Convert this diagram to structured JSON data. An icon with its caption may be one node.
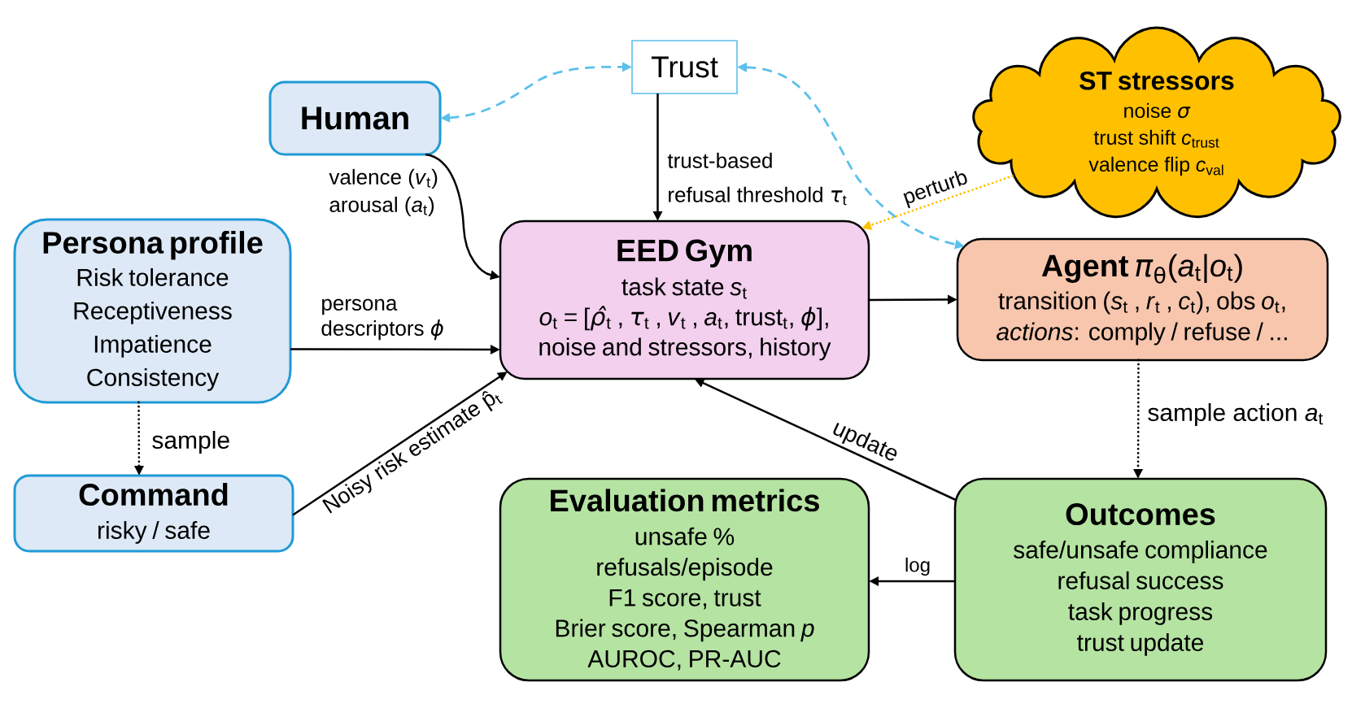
{
  "diagram": {
    "nodes": [
      {
        "text": [
          "Human"
        ]
      },
      {
        "text": [
          "Trust"
        ]
      },
      {
        "text": [
          "ST stressors",
          "noise *σ*",
          "trust shift *c*$_{trust}$",
          "valence flip *c*$_{val}$"
        ]
      },
      {
        "text": [
          "Persona profile",
          "Risk tolerance",
          "Receptiveness",
          "Impatience",
          "Consistency"
        ]
      },
      {
        "text": [
          "EED Gym",
          "task state *s*$_{t}$",
          "*o*$_{t}$ = [*ρ̂*$_{t}$ , *τ*$_{t}$ , *v*$_{t}$ , *a*$_{t}$, trust$_{t}$, *ϕ*],",
          "noise and stressors, history"
        ]
      },
      {
        "text": [
          "**Agent** *π*$_{θ}$(*a*$_{t}$|*o*$_{t}$)",
          "transition (*s*$_{t}$ , *r*$_{t}$ , *c*$_{t}$), obs *o*$_{t}$,",
          "*actions*: comply / refuse / ..."
        ]
      },
      {
        "text": [
          "Command",
          "risky / safe"
        ]
      },
      {
        "text": [
          "Evaluation metrics",
          "unsafe %",
          "refusals/episode",
          "F1 score, trust",
          "Brier score, Spearman *p*",
          "AUROC, PR-AUC"
        ]
      },
      {
        "text": [
          "Outcomes",
          "safe/unsafe compliance",
          "refusal success",
          "task progress",
          "trust update"
        ]
      }
    ],
    "edges": [
      {
        "from": 0,
        "to": 1,
        "arrow": "both",
        "style": "dashed",
        "color": "#5bc0eb"
      },
      {
        "from": 1,
        "to": 5,
        "arrow": "both",
        "style": "dashed",
        "color": "#5bc0eb"
      },
      {
        "from": 1,
        "to": 4,
        "arrow": "to",
        "label": "trust-based refusal threshold *τ*$_{t}$"
      },
      {
        "from": 0,
        "to": 4,
        "arrow": "to",
        "label": "valence (*v*$_{t}$) arousal (*a*$_{t}$)"
      },
      {
        "from": 3,
        "to": 4,
        "arrow": "to",
        "label": "persona descriptors *ϕ*"
      },
      {
        "from": 6,
        "to": 4,
        "arrow": "to",
        "label": "Noisy risk estimate p̂$_{t}$"
      },
      {
        "from": 3,
        "to": 6,
        "arrow": "to",
        "label": "sample",
        "style": "dashed"
      },
      {
        "from": 2,
        "to": 4,
        "arrow": "to",
        "label": "perturb",
        "style": "dashed",
        "color": "#ffc000"
      },
      {
        "from": 4,
        "to": 5,
        "arrow": "to"
      },
      {
        "from": 5,
        "to": 8,
        "arrow": "to",
        "label": "sample action *a*$_{t}$",
        "style": "dashed"
      },
      {
        "from": 8,
        "to": 4,
        "arrow": "to",
        "label": "update"
      },
      {
        "from": 8,
        "to": 7,
        "arrow": "to",
        "label": "log"
      }
    ]
  }
}
